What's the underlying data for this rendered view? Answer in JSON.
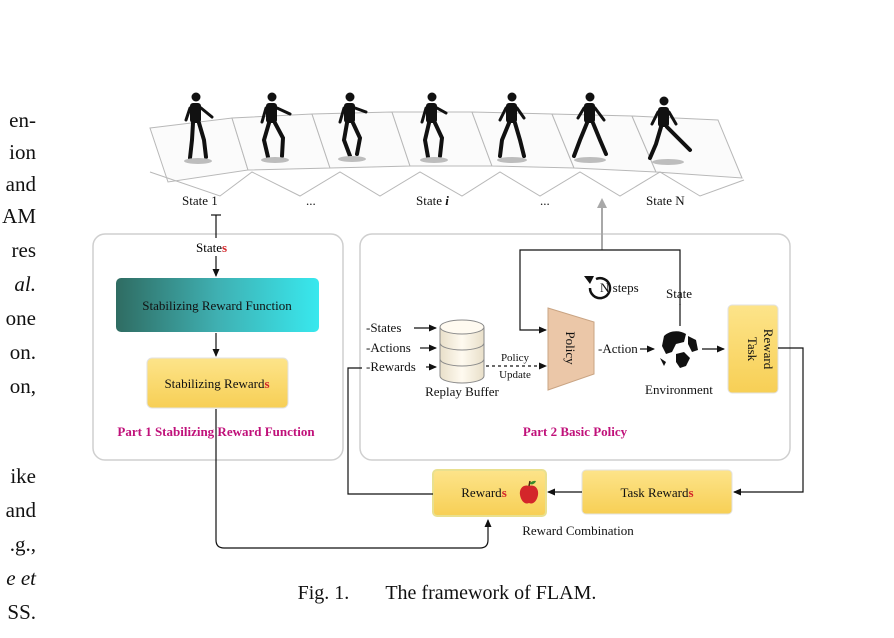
{
  "paper_text_lines": [
    {
      "text": "en-"
    },
    {
      "text": "ion"
    },
    {
      "text": "and"
    },
    {
      "text": "AM"
    },
    {
      "text": "res"
    },
    {
      "text": "al."
    },
    {
      "text": "one"
    },
    {
      "text": "on."
    },
    {
      "text": "on,"
    },
    {
      "text": ""
    },
    {
      "text": "ike"
    },
    {
      "text": "and"
    },
    {
      "text": ".g.,"
    },
    {
      "text": "e et"
    },
    {
      "text": "SS."
    }
  ],
  "states": {
    "state1": "State 1",
    "ellipsis1": "...",
    "state_i_prefix": "State ",
    "state_i_italic": "i",
    "ellipsis2": "...",
    "stateN": "State N"
  },
  "part1": {
    "states_label_prefix": "State",
    "states_label_suffix": "s",
    "reward_function": "Stabilizing Reward Function",
    "rewards_prefix": "Stabilizing Reward",
    "rewards_suffix": "s",
    "title": "Part 1 Stabilizing Reward Function"
  },
  "part2": {
    "input_states": "-States",
    "input_actions": "-Actions",
    "input_rewards": "-Rewards",
    "replay_buffer": "Replay Buffer",
    "policy_update_1": "Policy",
    "policy_update_2": "Update",
    "policy": "Policy",
    "action": "-Action",
    "environment": "Environment",
    "n_steps": "N steps",
    "state": "State",
    "task_reward_1": "Task",
    "task_reward_2": "Reward",
    "title": "Part 2 Basic Policy"
  },
  "combination": {
    "rewards_prefix": "Reward",
    "rewards_suffix": "s",
    "task_rewards_prefix": "Task Reward",
    "task_rewards_suffix": "s",
    "label": "Reward Combination"
  },
  "caption": {
    "fig": "Fig. 1.",
    "text": "The framework of FLAM."
  },
  "colors": {
    "accent_red": "#d4262a",
    "part_title": "#c0117a",
    "yellow_box": "#fbd86b",
    "policy_box": "#ebc7a8"
  }
}
